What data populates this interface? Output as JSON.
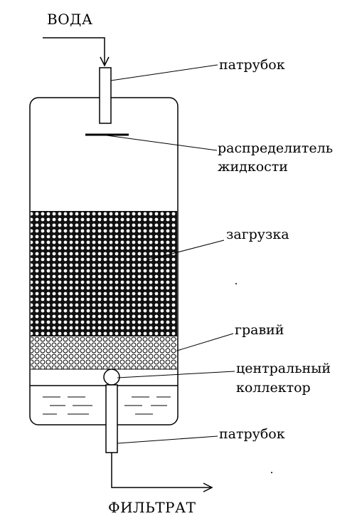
{
  "labels": {
    "water": "ВОДА",
    "inlet_pipe": "патрубок",
    "distributor_line1": "распределитель",
    "distributor_line2": "жидкости",
    "media": "загрузка",
    "gravel": "гравий",
    "collector_line1": "центральный",
    "collector_line2": "коллектор",
    "outlet_pipe": "патрубок",
    "filtrate": "ФИЛЬТРАТ"
  },
  "colors": {
    "line": "#000000",
    "media_fill": "#111111",
    "background": "#ffffff"
  }
}
